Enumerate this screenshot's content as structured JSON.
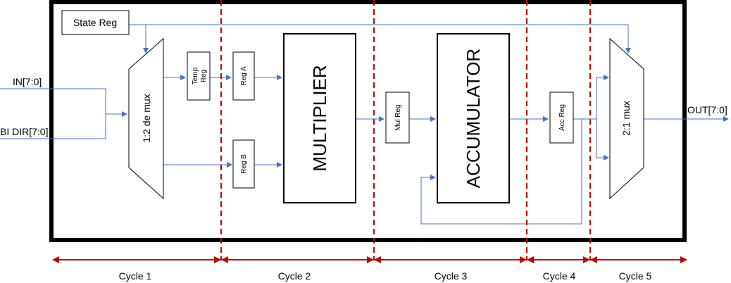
{
  "diagram": {
    "inputs": [
      {
        "id": "in",
        "label": "IN[7:0]"
      },
      {
        "id": "bidir",
        "label": "BI DIR[7:0]"
      }
    ],
    "output": {
      "label": "OUT[7:0]"
    },
    "blocks": {
      "state_reg": "State Reg",
      "demux": "1:2 de mux",
      "temp_reg": "Temp Reg",
      "reg_a": "Reg A",
      "reg_b": "Reg B",
      "multiplier": "MULTIPLIER",
      "mul_reg": "Mul Reg",
      "accumulator": "ACCUMULATOR",
      "acc_reg": "Acc Reg",
      "mux": "2:1 mux"
    },
    "cycles": [
      "Cycle 1",
      "Cycle 2",
      "Cycle 3",
      "Cycle 4",
      "Cycle 5"
    ],
    "colors": {
      "wire": "#4472c4",
      "cycle_divider": "#c00000",
      "frame": "#000000"
    }
  }
}
